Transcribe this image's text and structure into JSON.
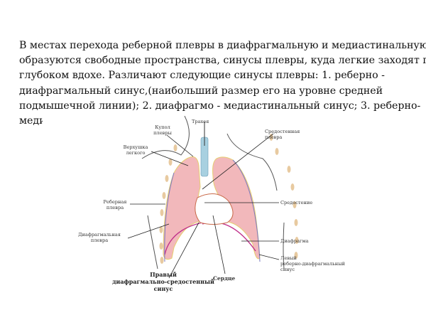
{
  "text": {
    "lines": [
      "В местах перехода реберной плевры в диафрагмальную и медиастинальную",
      "образуются свободные пространства, синусы плевры, куда легкие заходят при",
      "глубоком вдохе. Различают следующие синусы плевры: 1. реберно -",
      "диафрагмальный синус,(наибольший размер его на уровне средней",
      "подмышечной линии); 2. диафрагмо - медиастинальный синус; 3. реберно-",
      "меди"
    ]
  },
  "diagram": {
    "labels": {
      "trachea": "Трахея",
      "pleura_dome": "Купол плевры",
      "lung_apex": "Верхушка легкого",
      "costal_pleura": "Реберная плевра",
      "diaphragm_pleura": "Диафрагмальная плевра",
      "right_sinus_1": "Правый",
      "right_sinus_2": "диафрагмально-средостенный",
      "right_sinus_3": "синус",
      "heart": "Сердце",
      "mediastinal_pleura": "Средостенная плевра",
      "mediastinum": "Средостение",
      "diaphragm": "Диафрагма",
      "left_sinus_1": "Левый",
      "left_sinus_2": "реберно-диафрагмальный",
      "left_sinus_3": "синус"
    },
    "colors": {
      "lung": "#f2b8bb",
      "trachea": "#a8d0e0",
      "pleura": "#c0308a",
      "rib": "#e8caa0"
    }
  }
}
